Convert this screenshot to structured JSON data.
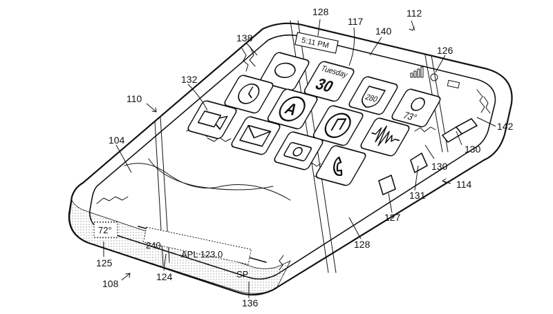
{
  "diagram": {
    "reference_numerals": {
      "n128_top": "128",
      "n117": "117",
      "n112": "112",
      "n140": "140",
      "n138": "138",
      "n126": "126",
      "n110": "110",
      "n132": "132",
      "n142": "142",
      "n104": "104",
      "n130_right": "130",
      "n130_lower": "130",
      "n114": "114",
      "n131": "131",
      "n127": "127",
      "n128_bottom": "128",
      "n125": "125",
      "n124": "124",
      "n108": "108",
      "n136": "136"
    },
    "screen": {
      "time": "5:11 PM",
      "day": "Tuesday",
      "date": "30",
      "highway": "280",
      "weather_temp": "73°"
    },
    "edge_display": {
      "temp": "72°",
      "count": "240",
      "stock": "APL 123.0",
      "corner": "SP"
    }
  }
}
